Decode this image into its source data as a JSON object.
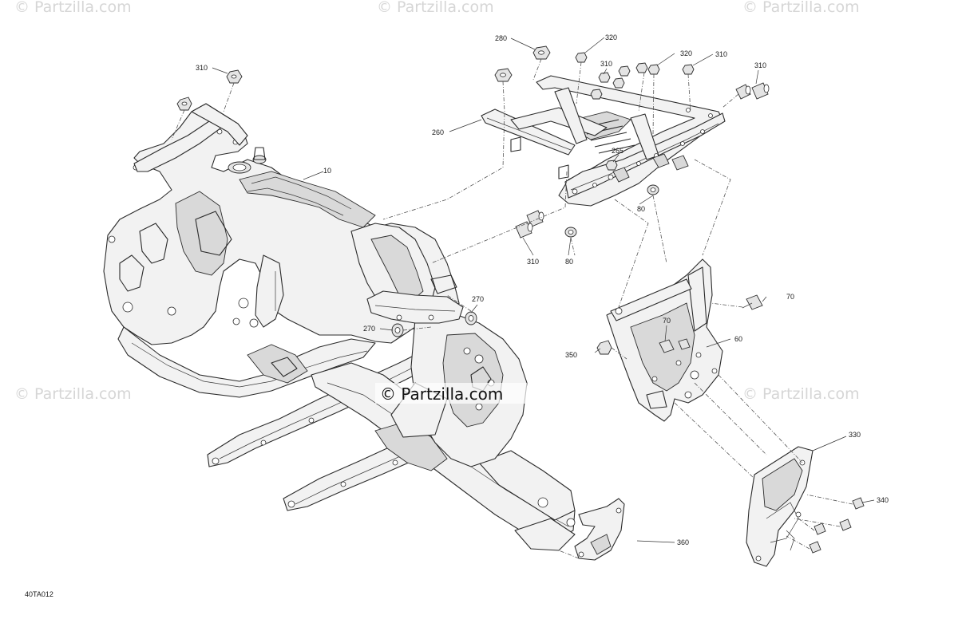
{
  "watermarks": {
    "top_left": "© Partzilla.com",
    "top_center": "© Partzilla.com",
    "top_right": "© Partzilla.com",
    "mid_left": "© Partzilla.com",
    "mid_right": "© Partzilla.com",
    "center": "© Partzilla.com"
  },
  "diagram_code": "40TA012",
  "callouts": {
    "c10": "10",
    "c60": "60",
    "c70a": "70",
    "c70b": "70",
    "c80a": "80",
    "c80b": "80",
    "c260": "260",
    "c265": "265",
    "c270a": "270",
    "c270b": "270",
    "c280": "280",
    "c310a": "310",
    "c310b": "310",
    "c310c": "310",
    "c310d": "310",
    "c310e": "310",
    "c320a": "320",
    "c320b": "320",
    "c330": "330",
    "c340": "340",
    "c350": "350",
    "c360": "360"
  },
  "colors": {
    "line": "#2b2b2b",
    "watermark": "#d6d6d6",
    "background": "#ffffff"
  }
}
